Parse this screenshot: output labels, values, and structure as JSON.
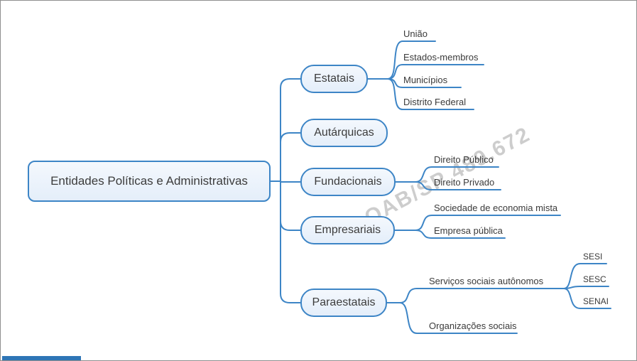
{
  "watermark": "OAB/SP 489.672",
  "root": {
    "label": "Entidades Políticas e Administrativas"
  },
  "branches": [
    {
      "label": "Estatais",
      "children": [
        {
          "label": "União"
        },
        {
          "label": "Estados-membros"
        },
        {
          "label": "Municípios"
        },
        {
          "label": "Distrito Federal"
        }
      ]
    },
    {
      "label": "Autárquicas",
      "children": []
    },
    {
      "label": "Fundacionais",
      "children": [
        {
          "label": "Direito Público"
        },
        {
          "label": "Direito Privado"
        }
      ]
    },
    {
      "label": "Empresariais",
      "children": [
        {
          "label": "Sociedade de economia mista"
        },
        {
          "label": "Empresa pública"
        }
      ]
    },
    {
      "label": "Paraestatais",
      "children": [
        {
          "label": "Serviços sociais autônomos",
          "children": [
            {
              "label": "SESI"
            },
            {
              "label": "SESC"
            },
            {
              "label": "SENAI"
            }
          ]
        },
        {
          "label": "Organizações sociais"
        }
      ]
    }
  ],
  "colors": {
    "line": "#3d85c6",
    "node_border": "#3d85c6",
    "node_fill": "#eaf2fb",
    "text": "#3c3c3c",
    "watermark": "#bdbdbd",
    "accent_bar": "#2e75b6"
  }
}
